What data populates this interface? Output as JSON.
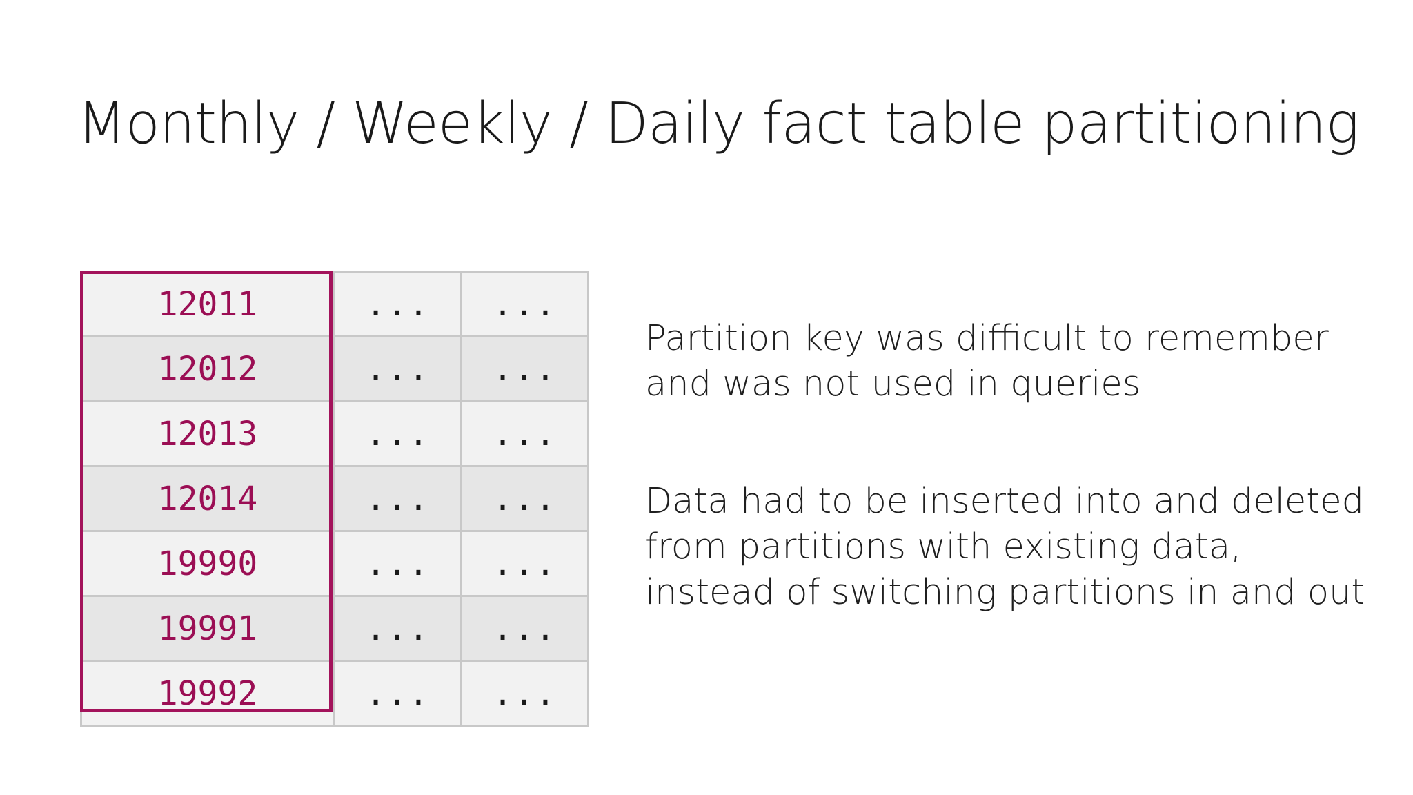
{
  "title": "Monthly / Weekly / Daily fact table partitioning",
  "table": {
    "rows": [
      {
        "key": "12011",
        "cells": [
          "...",
          "..."
        ]
      },
      {
        "key": "12012",
        "cells": [
          "...",
          "..."
        ]
      },
      {
        "key": "12013",
        "cells": [
          "...",
          "..."
        ]
      },
      {
        "key": "12014",
        "cells": [
          "...",
          "..."
        ]
      },
      {
        "key": "19990",
        "cells": [
          "...",
          "..."
        ]
      },
      {
        "key": "19991",
        "cells": [
          "...",
          "..."
        ]
      },
      {
        "key": "19992",
        "cells": [
          "...",
          "..."
        ]
      }
    ]
  },
  "notes": [
    "Partition key was difficult to remember and was not used in queries",
    "Data had to be inserted into and deleted from partitions with existing data, instead of switching partitions in and out"
  ],
  "colors": {
    "accent": "#a3135b",
    "key_text": "#9b0e54",
    "row_light": "#f2f2f2",
    "row_dark": "#e6e6e6",
    "grid": "#c8c8c8"
  }
}
